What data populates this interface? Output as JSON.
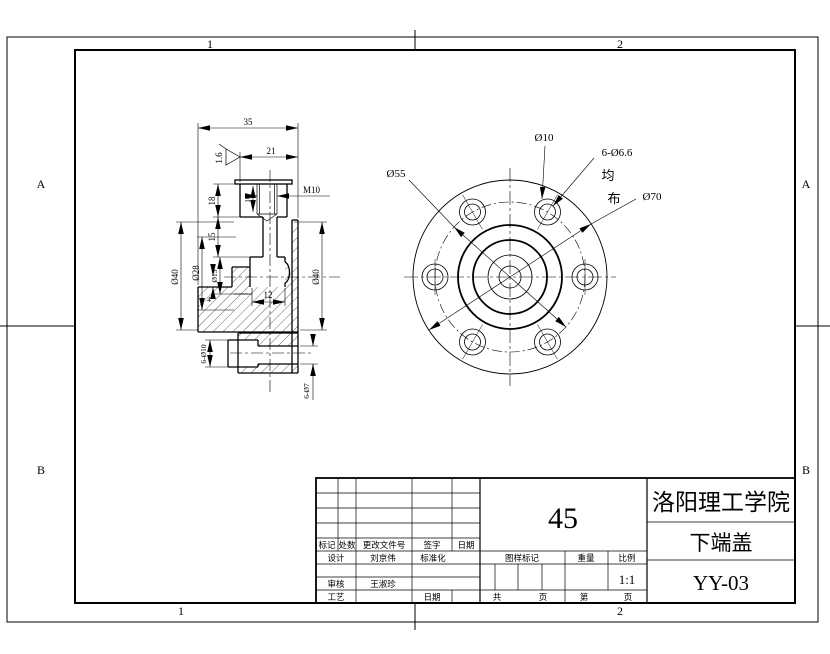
{
  "sheet": {
    "zones": {
      "top_1": "1",
      "top_2": "2",
      "bottom_1": "1",
      "bottom_2": "2",
      "left_a": "A",
      "left_b": "B",
      "right_a": "A",
      "right_b": "B"
    }
  },
  "section_view": {
    "dim_35": "35",
    "dim_21": "21",
    "roughness": "1.6",
    "dim_18": "18",
    "dim_10": "10",
    "thread": "M10",
    "dim_15": "15",
    "dia_15": "Ø15",
    "dia_28": "Ø28",
    "dia_40_left": "Ø40",
    "dia_40_right": "Ø40",
    "dim_4": "4",
    "dim_12": "12",
    "counterbore": "6-Ø10",
    "through_hole": "6-Ø7"
  },
  "front_view": {
    "dia_55": "Ø55",
    "dia_10": "Ø10",
    "bolt_holes": "6-Ø6.6",
    "evenly_1": "均",
    "evenly_2": "布",
    "dia_70": "Ø70"
  },
  "title_block": {
    "material": "45",
    "company": "洛阳理工学院",
    "part_name": "下端盖",
    "drawing_number": "YY-03",
    "scale_value": "1:1",
    "col_mark": "标记",
    "col_count": "处数",
    "col_change_file": "更改文件号",
    "col_sign": "签字",
    "col_date": "日期",
    "design": "设计",
    "design_name": "刘京伟",
    "standardization": "标准化",
    "check": "审核",
    "check_name": "王淑珍",
    "process": "工艺",
    "process_date": "日期",
    "drawing_mark": "图样标记",
    "weight": "重量",
    "scale": "比例",
    "total": "共",
    "total_page": "页",
    "sheet_no": "第",
    "sheet_page": "页"
  }
}
